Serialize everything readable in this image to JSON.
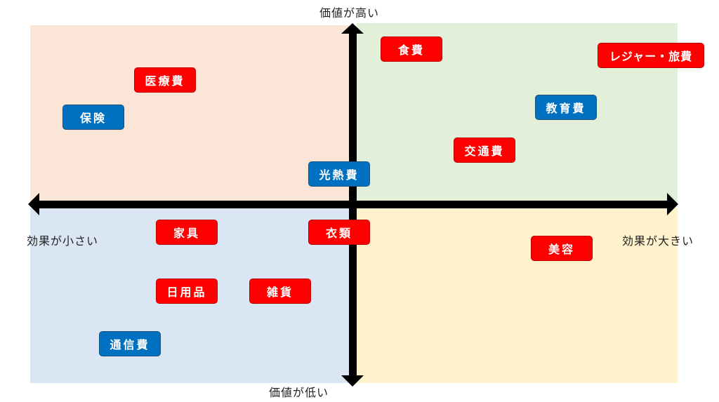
{
  "axes": {
    "top": "価値が高い",
    "bottom": "価値が低い",
    "left": "効果が小さい",
    "right": "効果が大きい"
  },
  "colors": {
    "red_tag": "#ff0000",
    "blue_tag": "#0070c0",
    "quadrant_top_left": "#fbe5d6",
    "quadrant_top_right": "#e2f0d9",
    "quadrant_bottom_left": "#dae6f4",
    "quadrant_bottom_right": "#fff2cc",
    "axis": "#000000"
  },
  "items": [
    {
      "label": "食費",
      "color": "red"
    },
    {
      "label": "レジャー・旅費",
      "color": "red"
    },
    {
      "label": "医療費",
      "color": "red"
    },
    {
      "label": "保険",
      "color": "blue"
    },
    {
      "label": "教育費",
      "color": "blue"
    },
    {
      "label": "交通費",
      "color": "red"
    },
    {
      "label": "光熱費",
      "color": "blue"
    },
    {
      "label": "家具",
      "color": "red"
    },
    {
      "label": "衣類",
      "color": "red"
    },
    {
      "label": "美容",
      "color": "red"
    },
    {
      "label": "日用品",
      "color": "red"
    },
    {
      "label": "雑貨",
      "color": "red"
    },
    {
      "label": "通信費",
      "color": "blue"
    }
  ]
}
